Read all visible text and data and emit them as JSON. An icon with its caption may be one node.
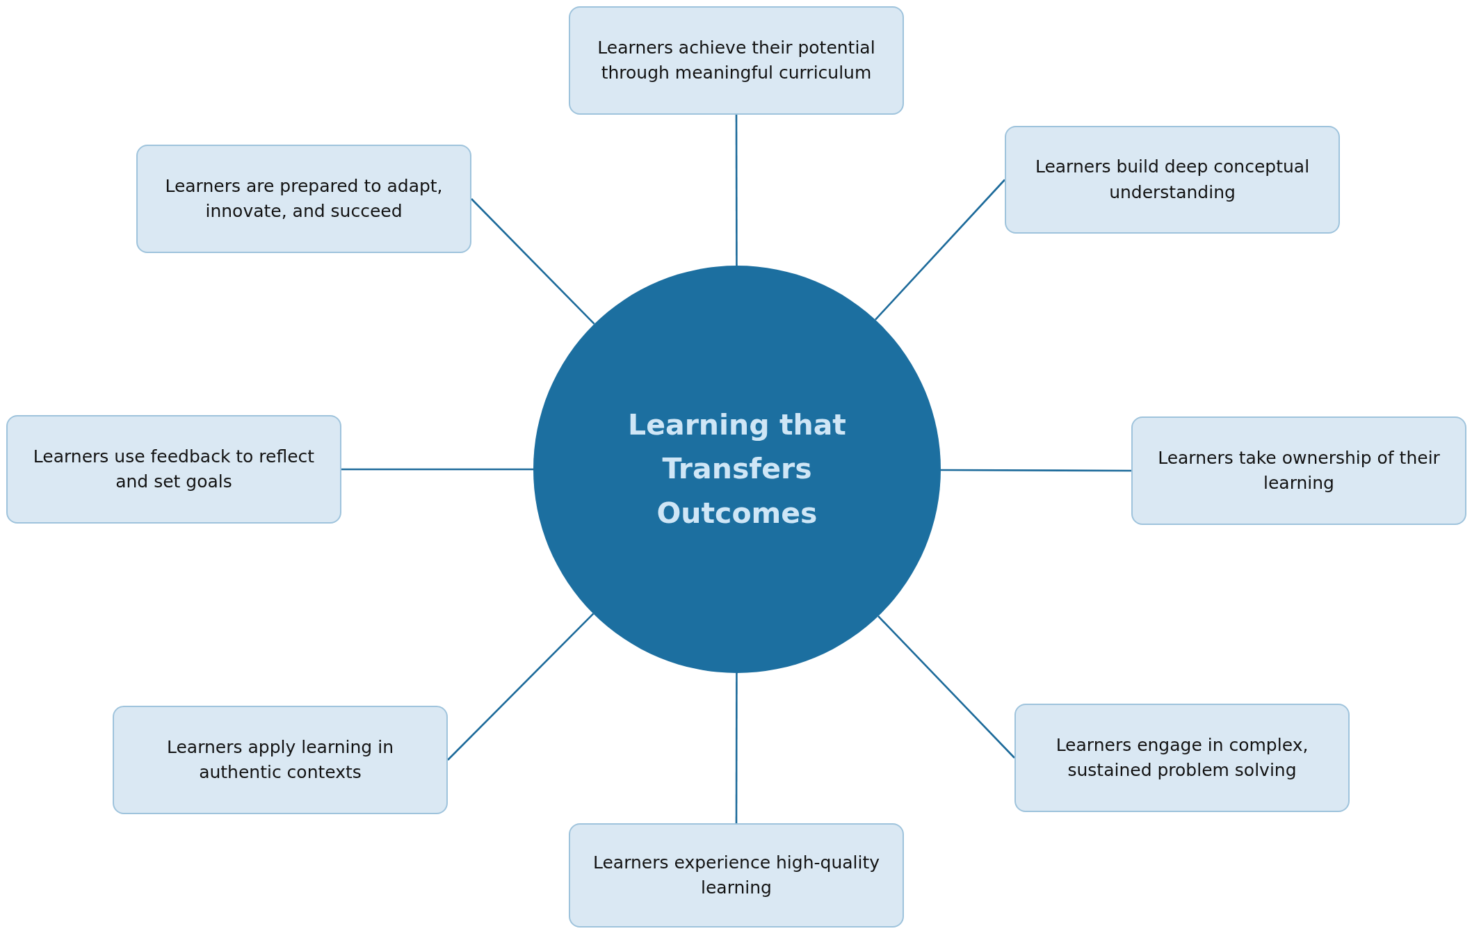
{
  "diagram": {
    "nodes": [
      {
        "text": [
          "Learning that Transfers Outcomes"
        ]
      },
      {
        "text": [
          "Learners achieve their potential through meaningful curriculum"
        ]
      },
      {
        "text": [
          "Learners build deep conceptual understanding"
        ]
      },
      {
        "text": [
          "Learners take ownership of their learning"
        ]
      },
      {
        "text": [
          "Learners engage in complex, sustained problem solving"
        ]
      },
      {
        "text": [
          "Learners experience high-quality learning"
        ]
      },
      {
        "text": [
          "Learners apply learning in authentic contexts"
        ]
      },
      {
        "text": [
          "Learners use feedback to reflect and set goals"
        ]
      },
      {
        "text": [
          "Learners are prepared to adapt, innovate, and succeed"
        ]
      }
    ],
    "edges": [
      {
        "from": 0,
        "to": 1,
        "arrow": "none"
      },
      {
        "from": 0,
        "to": 2,
        "arrow": "none"
      },
      {
        "from": 0,
        "to": 3,
        "arrow": "none"
      },
      {
        "from": 0,
        "to": 4,
        "arrow": "none"
      },
      {
        "from": 0,
        "to": 5,
        "arrow": "none"
      },
      {
        "from": 0,
        "to": 6,
        "arrow": "none"
      },
      {
        "from": 0,
        "to": 7,
        "arrow": "none"
      },
      {
        "from": 0,
        "to": 8,
        "arrow": "none"
      }
    ]
  }
}
